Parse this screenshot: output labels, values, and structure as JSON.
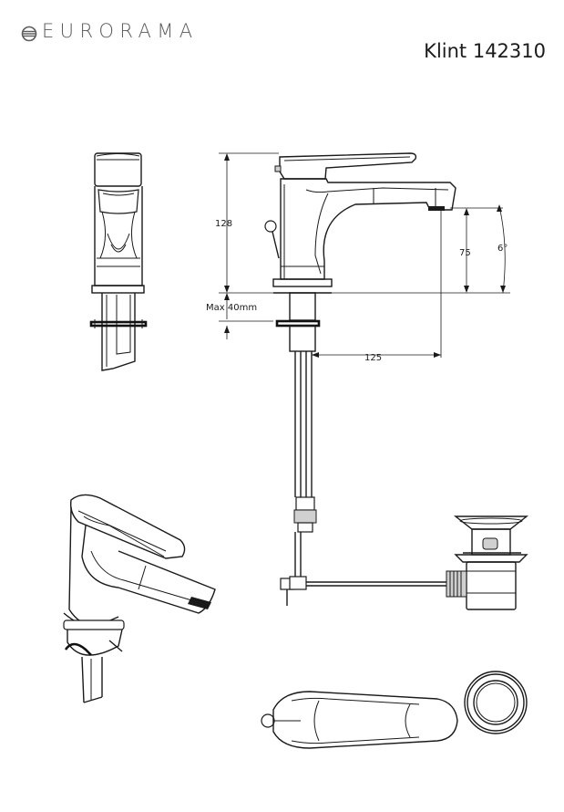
{
  "brand": {
    "name": "EURORAMA",
    "logo_icon": "eurorama-logo-icon"
  },
  "header": {
    "model_label": "Klint 142310"
  },
  "dimensions": {
    "height": "128",
    "spout_height": "75",
    "angle": "6°",
    "max_mount": "Max 40mm",
    "reach": "125"
  },
  "views": [
    "front-view",
    "side-view",
    "isometric-view",
    "top-view",
    "pop-up-waste-view"
  ]
}
